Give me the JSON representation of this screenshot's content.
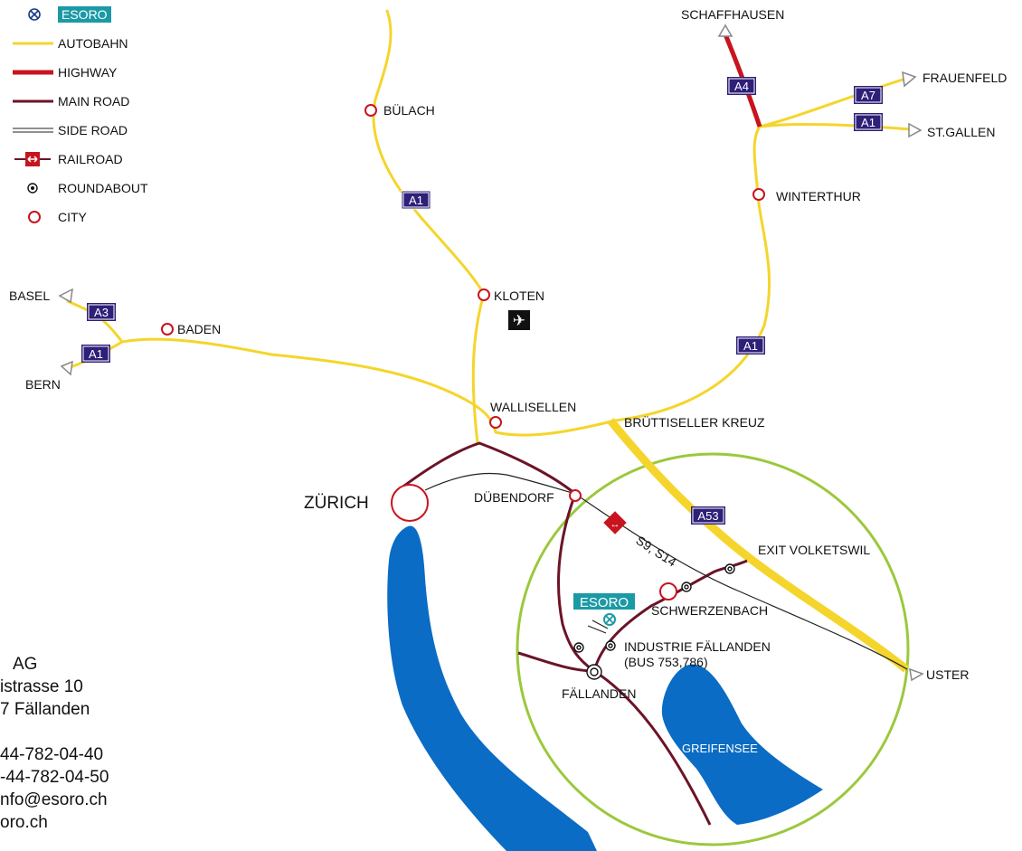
{
  "legend": {
    "esoro": "ESORO",
    "autobahn": "AUTOBAHN",
    "highway": "HIGHWAY",
    "main_road": "MAIN ROAD",
    "side_road": "SIDE ROAD",
    "railroad": "RAILROAD",
    "roundabout": "ROUNDABOUT",
    "city": "CITY"
  },
  "contact_lines": [
    "AG",
    "istrasse 10",
    "7 Fällanden",
    "",
    "44-782-04-40",
    "-44-782-04-50",
    "nfo@esoro.ch",
    "oro.ch"
  ],
  "places": {
    "schaffhausen": "SCHAFFHAUSEN",
    "frauenfeld": "FRAUENFELD",
    "st_gallen": "ST.GALLEN",
    "winterthur": "WINTERTHUR",
    "buelach": "BÜLACH",
    "kloten": "KLOTEN",
    "basel": "BASEL",
    "baden": "BADEN",
    "bern": "BERN",
    "wallisellen": "WALLISELLEN",
    "bruettiseller_kreuz": "BRÜTTISELLER KREUZ",
    "zuerich": "ZÜRICH",
    "duebendorf": "DÜBENDORF",
    "exit_volketswil": "EXIT VOLKETSWIL",
    "schwerzenbach": "SCHWERZENBACH",
    "esoro_map": "ESORO",
    "industrie_faellanden": "INDUSTRIE FÄLLANDEN",
    "bus": "(BUS 753,786)",
    "faellanden": "FÄLLANDEN",
    "uster": "USTER",
    "greifensee": "GREIFENSEE",
    "train_lines": "S9, S14"
  },
  "road_signs": {
    "a1_north": "A1",
    "a4": "A4",
    "a7": "A7",
    "a1_east": "A1",
    "a3": "A3",
    "a1_west": "A1",
    "a1_winterthur": "A1",
    "a53": "A53"
  },
  "colors": {
    "autobahn": "#f5d52c",
    "highway": "#c8141e",
    "main_road": "#6b1428",
    "side_road": "#222222",
    "city_ring": "#c8141e",
    "lake": "#0a6cc4",
    "circle": "#9cc83c",
    "sign_bg": "#2e1f78",
    "esoro": "#1b9aa6"
  }
}
